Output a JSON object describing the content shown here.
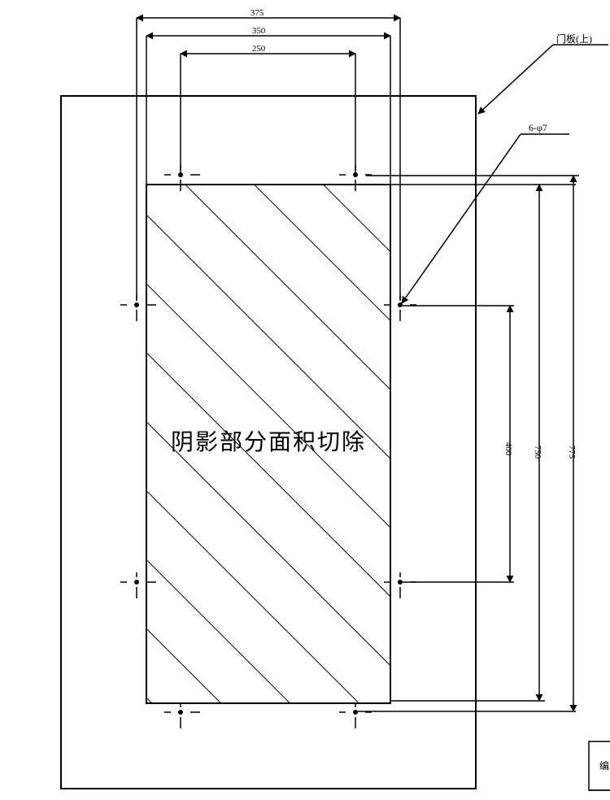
{
  "dimensions": {
    "top_width_outer": "375",
    "top_width_middle": "350",
    "top_width_inner": "250",
    "right_height_inner": "400",
    "right_height_middle": "750",
    "right_height_outer": "775"
  },
  "callouts": {
    "door_panel": "门板(上)",
    "holes": "6-φ7"
  },
  "hatched_region_note": "阴影部分面积切除",
  "title_block_fragment": "编"
}
